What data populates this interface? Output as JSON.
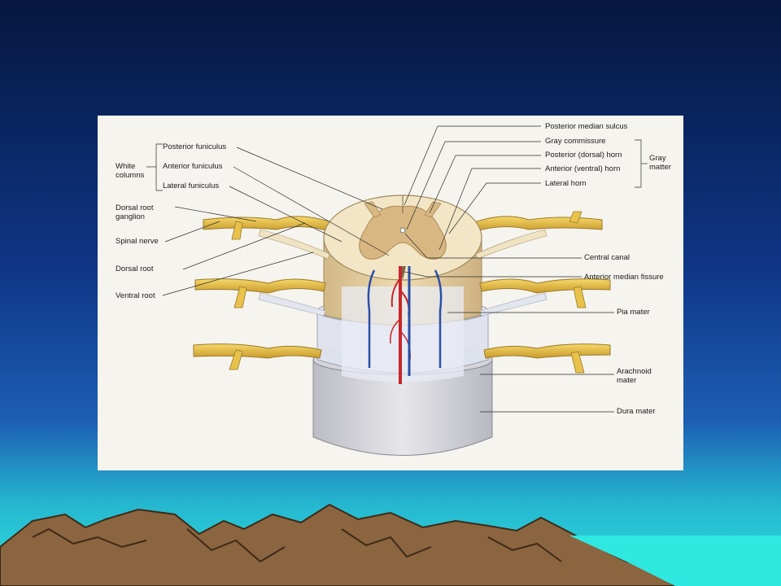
{
  "figure": {
    "labels_left": {
      "white_columns": "White columns",
      "posterior_funiculus": "Posterior funiculus",
      "anterior_funiculus": "Anterior funiculus",
      "lateral_funiculus": "Lateral funiculus",
      "dorsal_root_ganglion": "Dorsal root ganglion",
      "spinal_nerve": "Spinal nerve",
      "dorsal_root": "Dorsal root",
      "ventral_root": "Ventral root"
    },
    "labels_right": {
      "posterior_median_sulcus": "Posterior median sulcus",
      "gray_commissure": "Gray commissure",
      "posterior_dorsal_horn": "Posterior (dorsal) horn",
      "anterior_ventral_horn": "Anterior (ventral) horn",
      "lateral_horn": "Lateral horn",
      "gray_matter": "Gray matter",
      "central_canal": "Central canal",
      "anterior_median_fissure": "Anterior median fissure",
      "pia_mater": "Pia mater",
      "arachnoid_mater": "Arachnoid mater",
      "dura_mater": "Dura mater"
    }
  },
  "colors": {
    "sky_top": "#0a1d4f",
    "sky_bottom": "#1e5db0",
    "horizon": "#25c6d6",
    "mountain": "#8b6440",
    "nerve": "#e8c24a",
    "gray_matter": "#d8b783",
    "artery": "#c8262b",
    "vein": "#2a4fa6"
  }
}
